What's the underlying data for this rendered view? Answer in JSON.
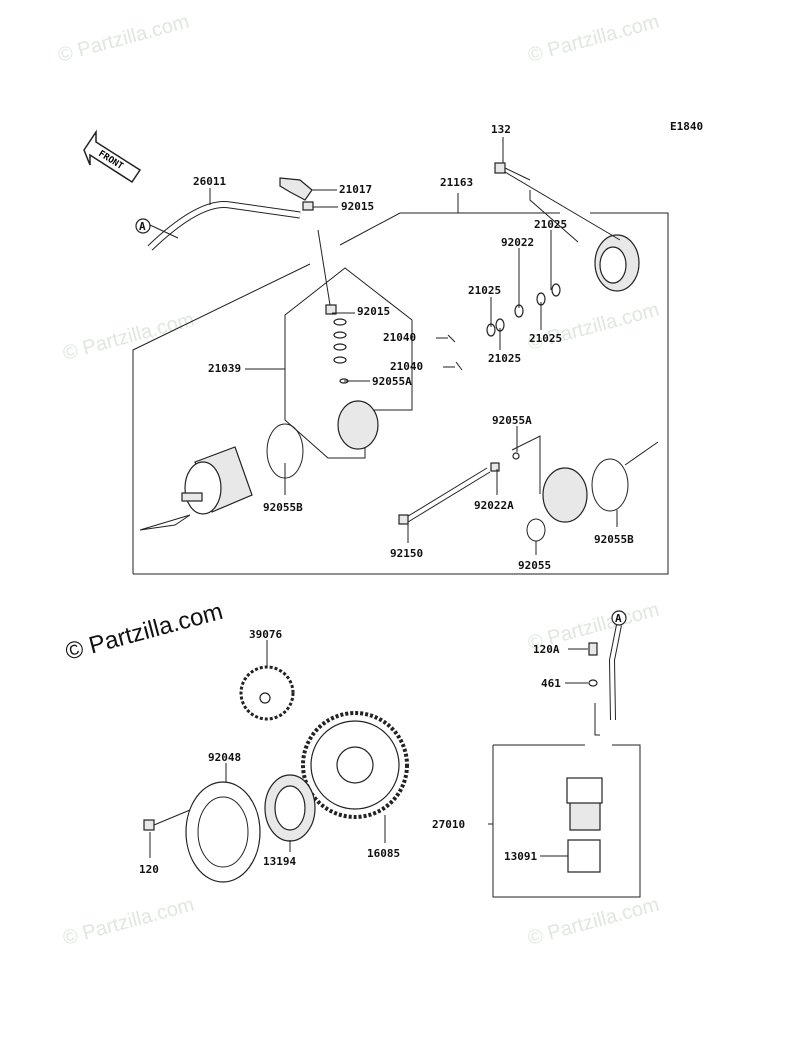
{
  "diagram_code": "E1840",
  "watermark": "© Partzilla.com",
  "front_label": "FRONT",
  "connector_label": "A",
  "callouts": {
    "c132": "132",
    "c26011": "26011",
    "c21017": "21017",
    "c92015a": "92015",
    "c21163": "21163",
    "c21025a": "21025",
    "c92022": "92022",
    "c21025b": "21025",
    "c21025c": "21025",
    "c21025d": "21025",
    "c92015b": "92015",
    "c21040a": "21040",
    "c21040b": "21040",
    "c21039": "21039",
    "c92055a1": "92055A",
    "c92055a2": "92055A",
    "c92055b1": "92055B",
    "c92022a": "92022A",
    "c92150": "92150",
    "c92055b2": "92055B",
    "c92055": "92055",
    "c39076": "39076",
    "c120a": "120A",
    "c461": "461",
    "c92048": "92048",
    "c27010": "27010",
    "c13091": "13091",
    "c120": "120",
    "c13194": "13194",
    "c16085": "16085"
  }
}
